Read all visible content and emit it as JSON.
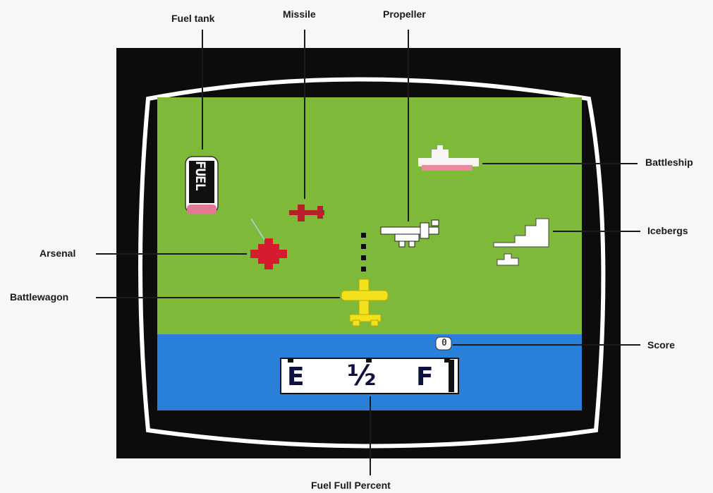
{
  "labels": {
    "fuel_tank": "Fuel tank",
    "missile": "Missile",
    "propeller": "Propeller",
    "battleship": "Battleship",
    "icebergs": "Icebergs",
    "arsenal": "Arsenal",
    "battlewagon": "Battlewagon",
    "score": "Score",
    "fuel_full_percent": "Fuel Full Percent"
  },
  "game": {
    "fuel_tank_text": "FUEL",
    "score_value": "0",
    "gauge": {
      "empty": "E",
      "half": "½",
      "full": "F"
    }
  },
  "colors": {
    "land": "#7fb93a",
    "water": "#2a7fd8",
    "bezel": "#0c0c0c",
    "player_plane": "#f2e21c",
    "enemy": "#c8283c",
    "battleship": "#ea8a9a",
    "white": "#ffffff"
  }
}
